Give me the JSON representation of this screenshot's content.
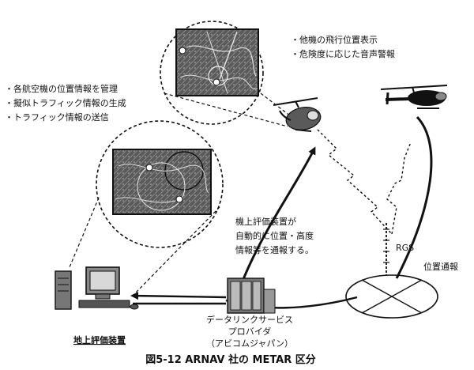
{
  "callout_top": [
    "・他機の飛行位置表示",
    "・危険度に応じた音声警報"
  ],
  "callout_left": [
    "・各航空機の位置情報を管理",
    "・擬似トラフィック情報の生成",
    "・トラフィック情報の送信"
  ],
  "callout_mid": [
    "機上評価装置が",
    "自動的に位置・高度",
    "情報等を通報する。"
  ],
  "labels": {
    "rgs": "RGS",
    "position_report": "位置通報",
    "provider": [
      "データリンクサービス",
      "プロバイダ",
      "（アビコムジャパン）"
    ],
    "ground_station": "地上評価装置"
  },
  "caption": "図5-12 ARNAV 社の METAR 区分"
}
